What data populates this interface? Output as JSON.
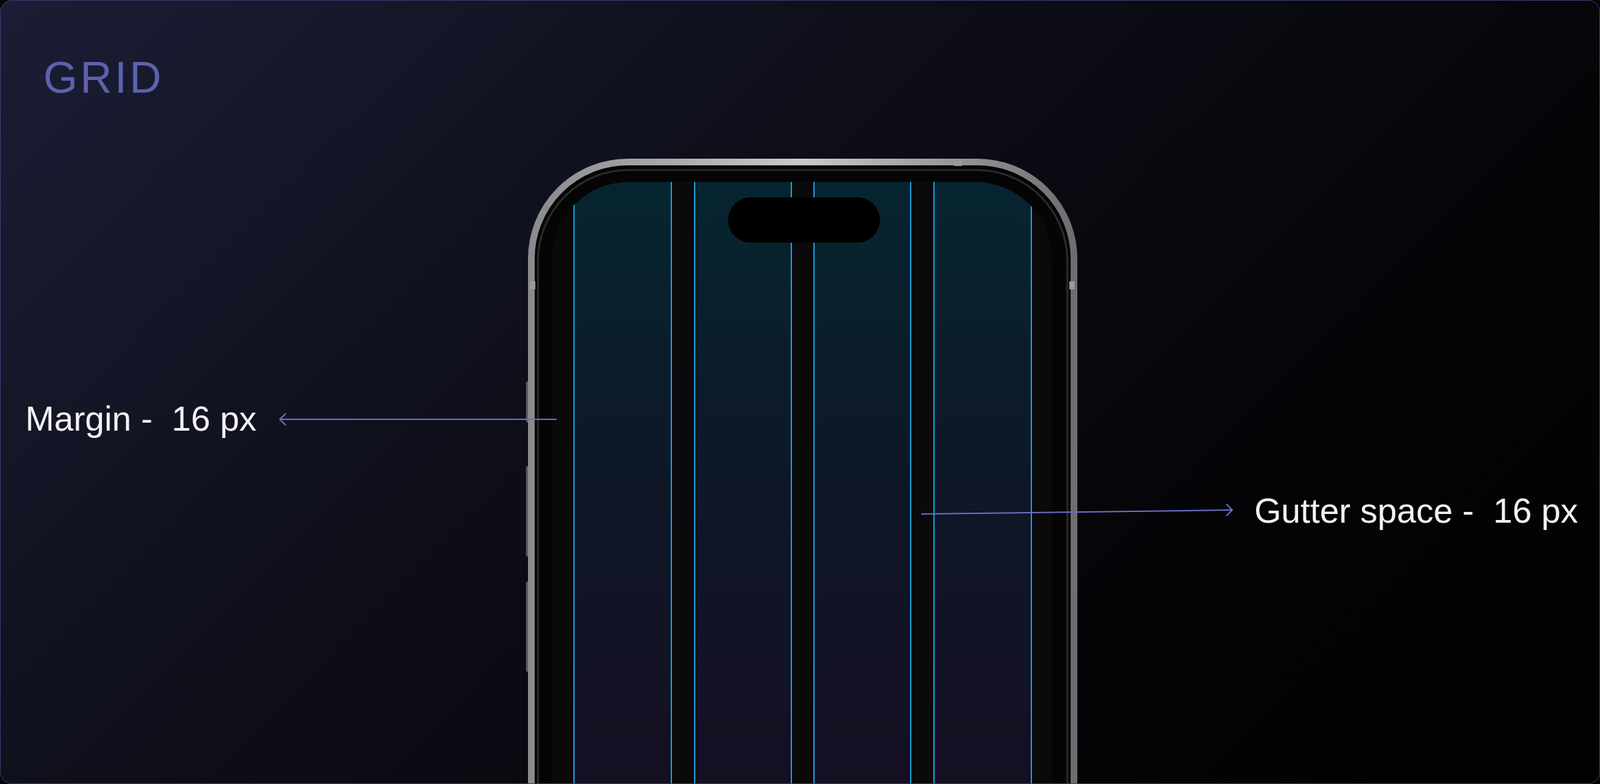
{
  "diagram": {
    "title": "GRID",
    "labels": [
      "Margin -  16 px",
      "Gutter space -  16 px"
    ]
  }
}
